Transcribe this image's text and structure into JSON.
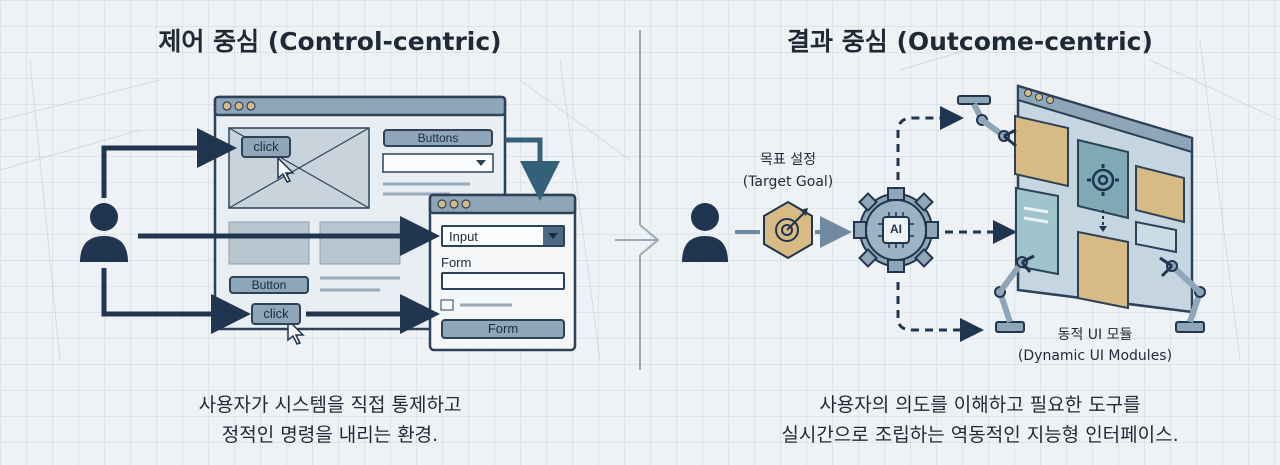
{
  "left": {
    "title": "제어 중심 (Control-centric)",
    "caption_line1": "사용자가 시스템을 직접 통제하고",
    "caption_line2": "정적인 명령을 내리는 환경.",
    "mockup": {
      "click_top": "click",
      "buttons": "Buttons",
      "button": "Button",
      "click_bottom": "click",
      "input": "Input",
      "form_label": "Form",
      "form_button": "Form"
    }
  },
  "right": {
    "title": "결과 중심 (Outcome-centric)",
    "caption_line1": "사용자의 의도를 이해하고 필요한 도구를",
    "caption_line2": "실시간으로 조립하는 역동적인 지능형 인터페이스.",
    "goal_label_ko": "목표 설정",
    "goal_label_en": "(Target Goal)",
    "ai_label": "AI",
    "modules_label_ko": "동적 UI 모듈",
    "modules_label_en": "(Dynamic UI Modules)"
  },
  "colors": {
    "navy": "#1f3550",
    "slate": "#8ea6b8",
    "tan": "#d8bb84",
    "teal": "#7faab5",
    "background": "#eef2f5"
  }
}
